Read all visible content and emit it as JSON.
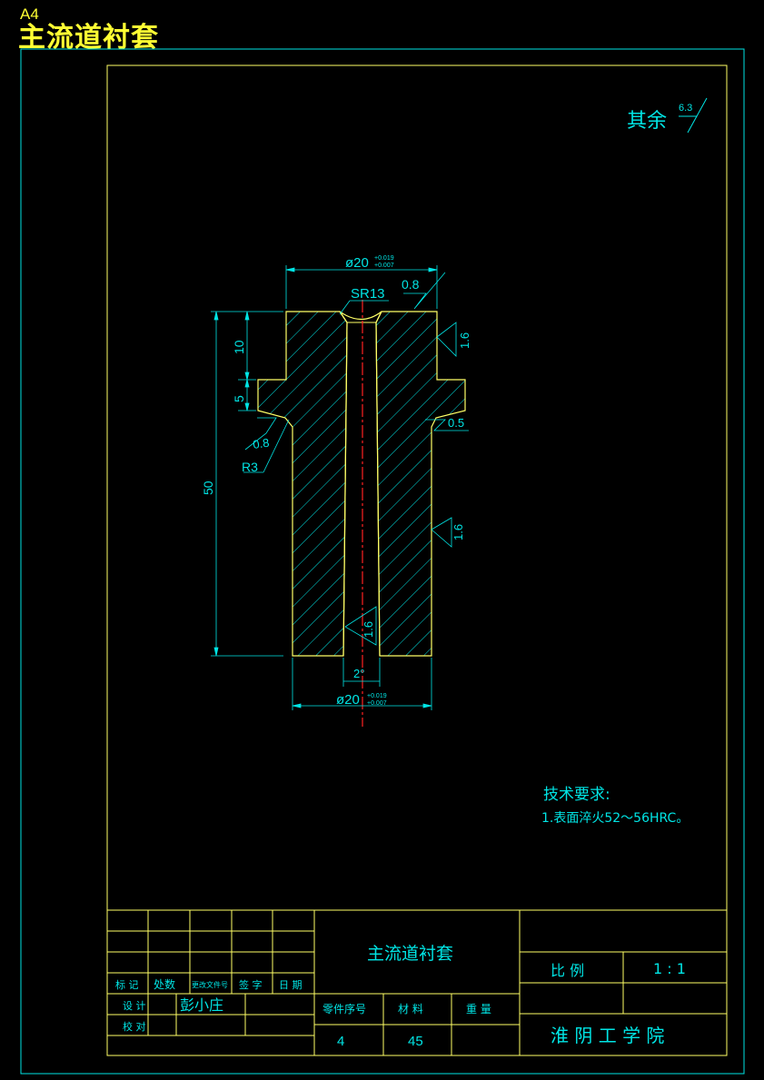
{
  "sheet": {
    "size_label": "A4",
    "title": "主流道衬套"
  },
  "roughness_note": {
    "label": "其余",
    "value": "6.3"
  },
  "dimensions": {
    "top_diameter_symbol": "ø20",
    "top_tol_upper": "+0.019",
    "top_tol_lower": "+0.007",
    "top_roughness": "0.8",
    "sphere_radius": "SR13",
    "right_roughness_upper": "1.6",
    "right_roughness_lower": "1.6",
    "bore_roughness": "1.6",
    "height_flange_top": "10",
    "height_flange": "5",
    "height_total": "50",
    "left_roughness": "0.8",
    "fillet_radius": "R3",
    "right_shoulder_roughness": "0.5",
    "taper_angle": "2°",
    "bottom_diameter_symbol": "ø20",
    "bottom_tol_upper": "+0.019",
    "bottom_tol_lower": "+0.007"
  },
  "technical_requirements": {
    "heading": "技术要求:",
    "item1": "1.表面淬火52～56HRC。"
  },
  "title_block": {
    "part_name": "主流道衬套",
    "scale_label": "比 例",
    "scale_value": "1 : 1",
    "header_mark": "标 记",
    "header_count": "处数",
    "header_doc": "更改文件号",
    "header_sign": "签 字",
    "header_date": "日 期",
    "design_label": "设 计",
    "designer": "彭小庄",
    "check_label": "校 对",
    "part_no_label": "零件序号",
    "material_label": "材 料",
    "weight_label": "重 量",
    "part_no": "4",
    "material": "45",
    "weight": "",
    "institution": "淮 阴 工 学 院"
  },
  "colors": {
    "outline": "#ffff66",
    "dimension": "#00e5e5",
    "center_line": "#ff2222",
    "hatch": "#00e5e5",
    "title_text": "#ffff33"
  }
}
